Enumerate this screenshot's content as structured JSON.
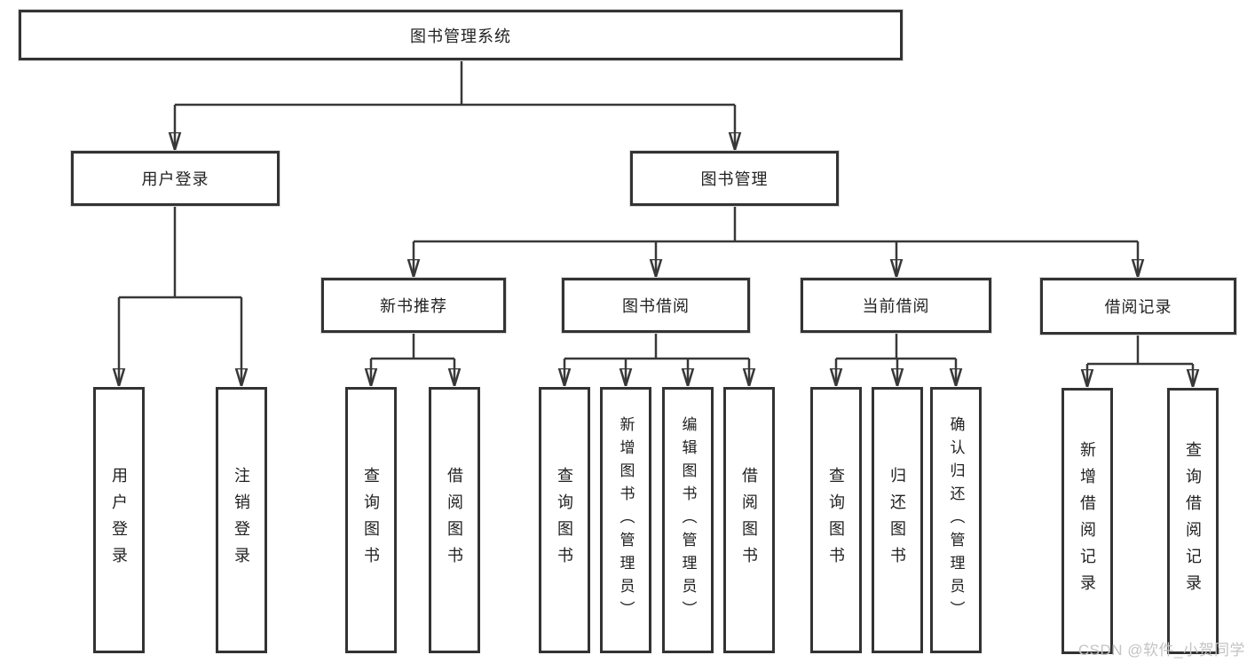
{
  "diagram": {
    "root": {
      "label": "图书管理系统"
    },
    "branches": [
      {
        "label": "用户登录",
        "children": [
          {
            "label": "用户登录"
          },
          {
            "label": "注销登录"
          }
        ]
      },
      {
        "label": "图书管理",
        "modules": [
          {
            "label": "新书推荐",
            "children": [
              {
                "label": "查询图书"
              },
              {
                "label": "借阅图书"
              }
            ]
          },
          {
            "label": "图书借阅",
            "children": [
              {
                "label": "查询图书"
              },
              {
                "label": "新增图书（管理员）"
              },
              {
                "label": "编辑图书（管理员）"
              },
              {
                "label": "借阅图书"
              }
            ]
          },
          {
            "label": "当前借阅",
            "children": [
              {
                "label": "查询图书"
              },
              {
                "label": "归还图书"
              },
              {
                "label": "确认归还（管理员）"
              }
            ]
          },
          {
            "label": "借阅记录",
            "children": [
              {
                "label": "新增借阅记录"
              },
              {
                "label": "查询借阅记录"
              }
            ]
          }
        ]
      }
    ]
  },
  "watermark": {
    "text": "CSDN @软件_小贺同学"
  },
  "colors": {
    "line": "#383838",
    "box_border": "#333333",
    "text": "#222222",
    "background": "#ffffff",
    "watermark": "#c3c3c3"
  }
}
